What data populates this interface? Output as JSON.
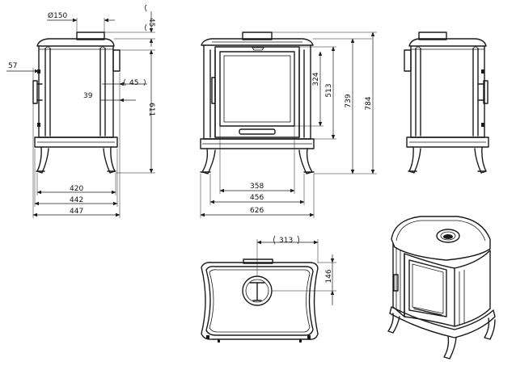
{
  "front_view": {
    "diameter": "Ø150",
    "top_offset": "45",
    "side_offset": "57",
    "depth_upper": "45",
    "depth_lower": "39",
    "overall_height": "611",
    "width_small": "420",
    "width_mid": "442",
    "width_large": "447"
  },
  "center_view": {
    "window_width": "358",
    "body_width": "456",
    "overall_width": "626",
    "height_324": "324",
    "height_513": "513",
    "height_739": "739",
    "height_784": "784"
  },
  "top_view": {
    "flue_offset": "313",
    "flue_depth": "146"
  }
}
